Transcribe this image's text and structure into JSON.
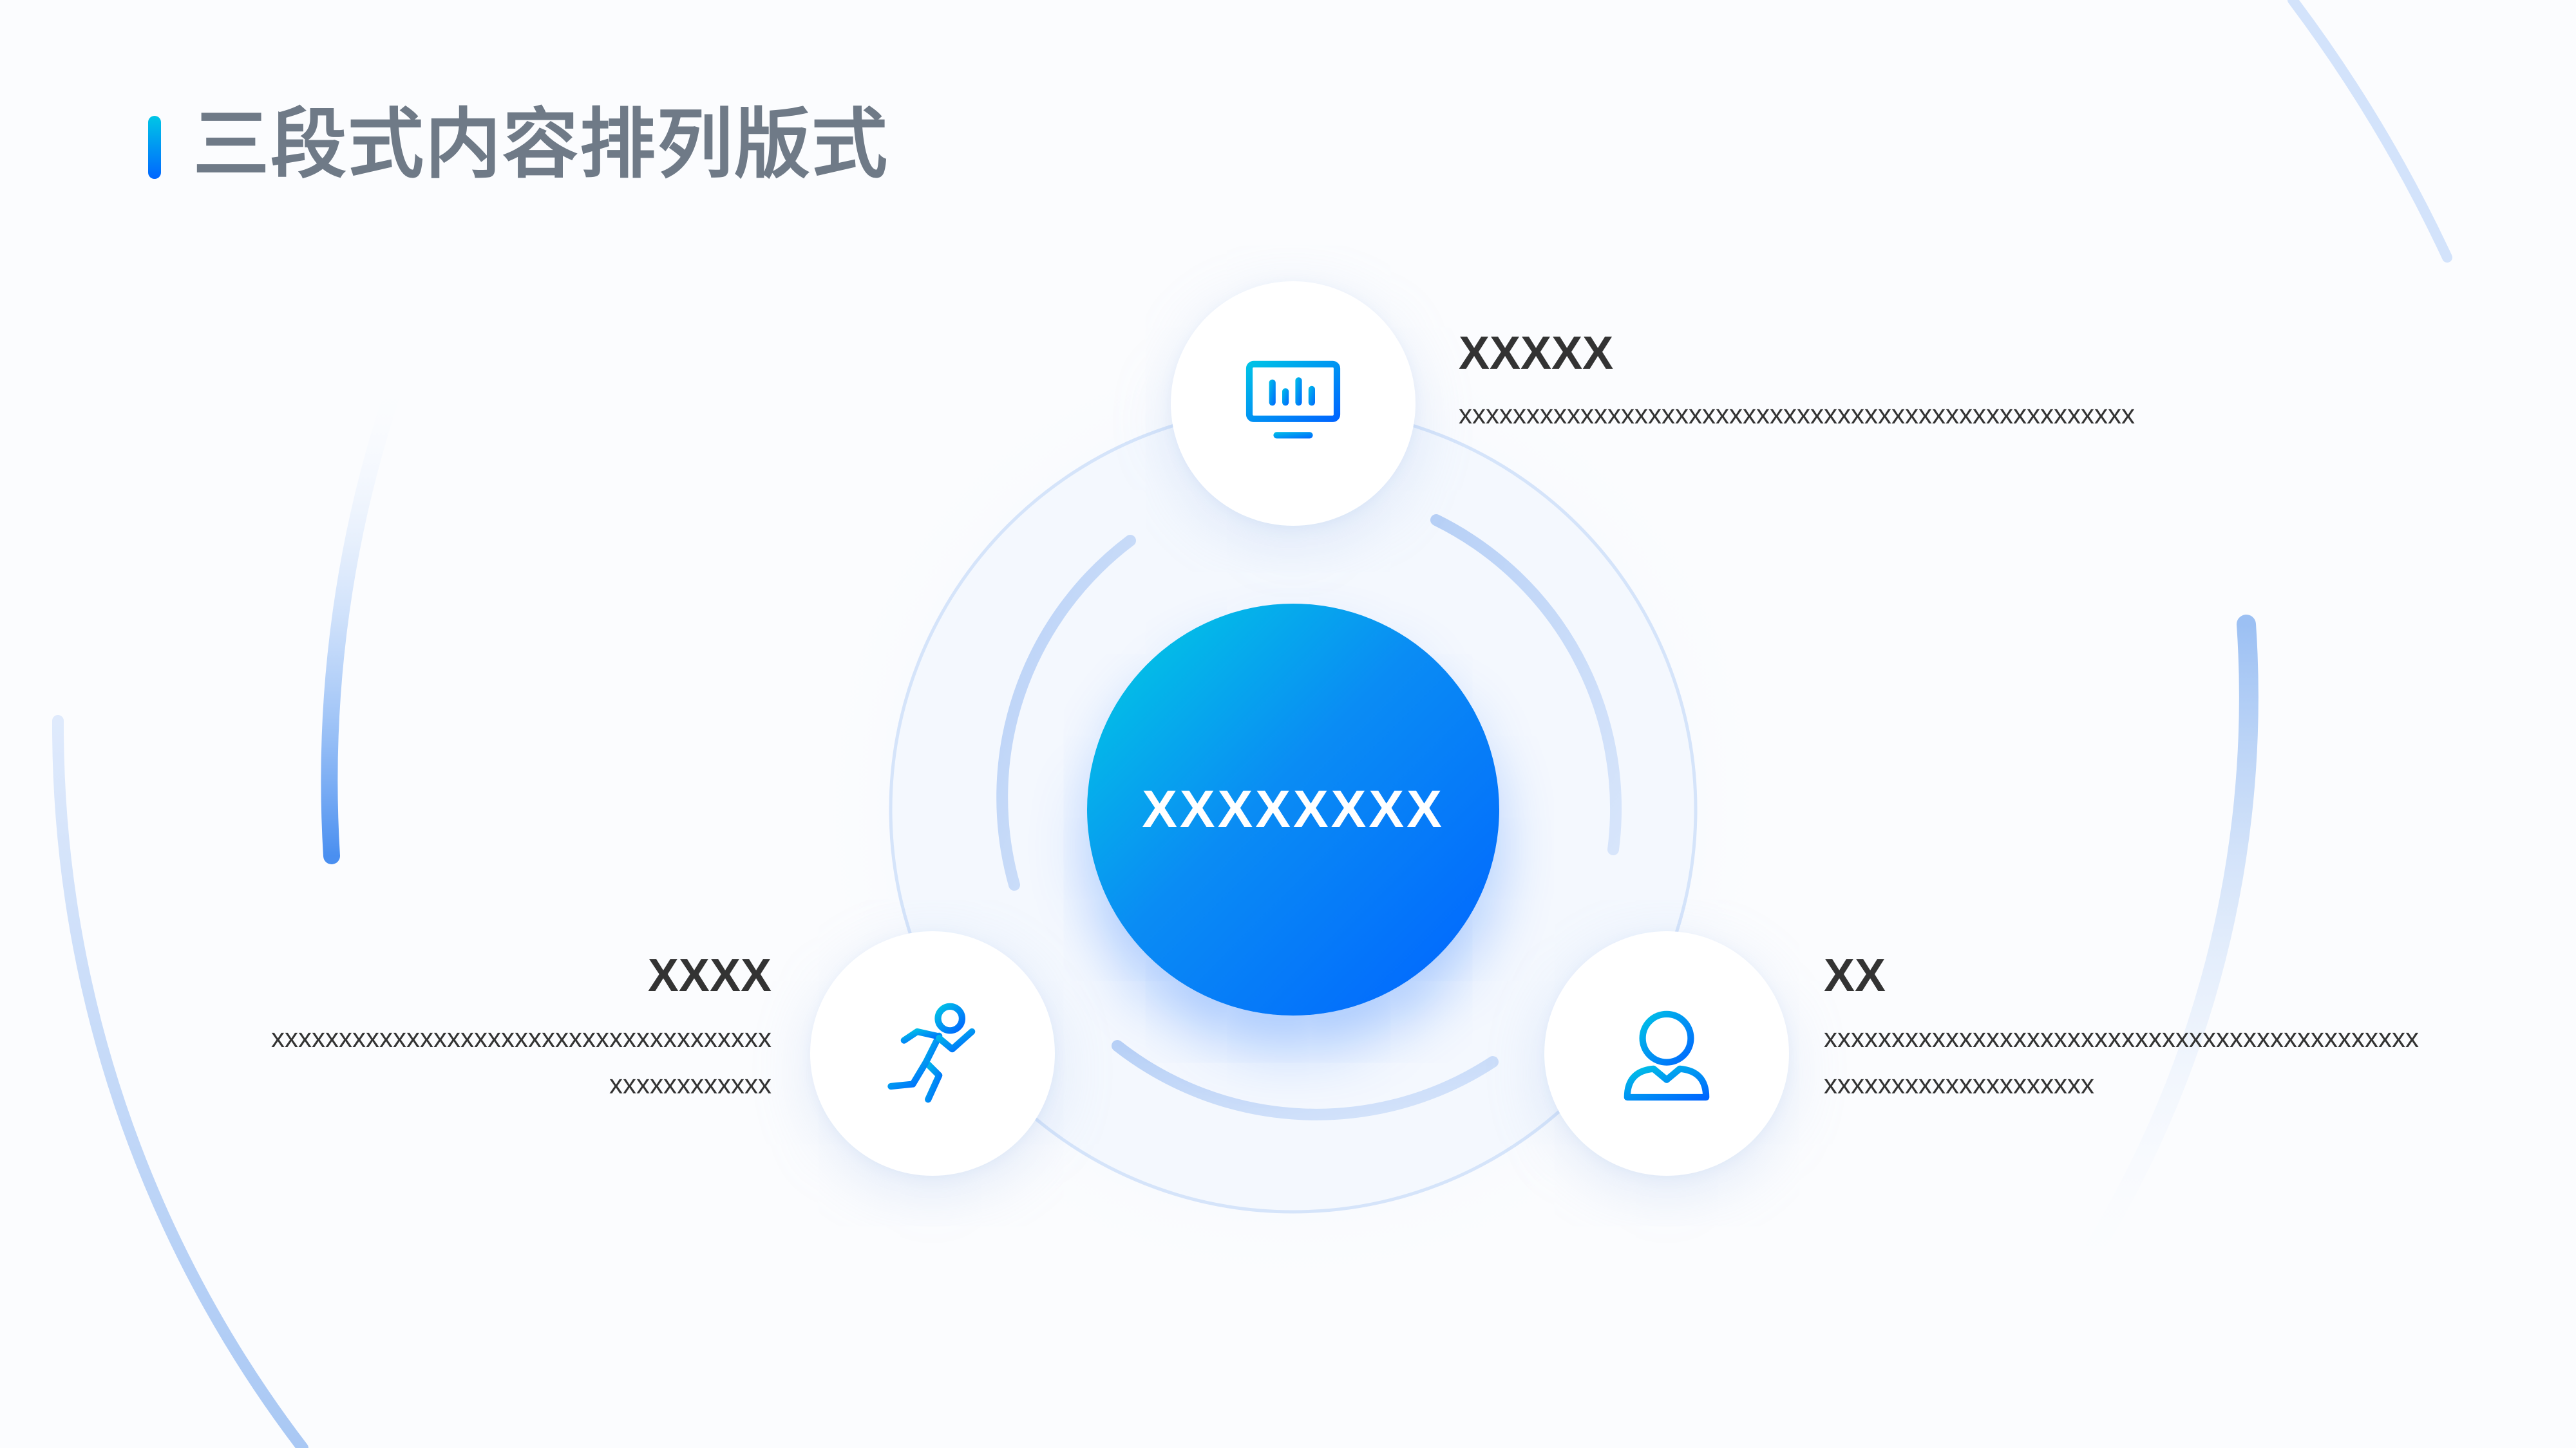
{
  "page": {
    "title": "三段式内容排列版式",
    "colors": {
      "accent_start": "#00d0e2",
      "accent_end": "#0063ff",
      "title": "#6f7a87",
      "text": "#333333",
      "background": "#fbfcfe"
    }
  },
  "diagram": {
    "center": {
      "label": "XXXXXXXX"
    },
    "items": [
      {
        "icon": "monitor-chart-icon",
        "heading": "XXXXX",
        "lines": [
          "xxxxxxxxxxxxxxxxxxxxxxxxxxxxxxxxxxxxxxxxxxxxxxxxxx"
        ]
      },
      {
        "icon": "running-person-icon",
        "heading": "XXXX",
        "lines": [
          "xxxxxxxxxxxxxxxxxxxxxxxxxxxxxxxxxxxxx",
          "xxxxxxxxxxxx"
        ]
      },
      {
        "icon": "user-icon",
        "heading": "XX",
        "lines": [
          "xxxxxxxxxxxxxxxxxxxxxxxxxxxxxxxxxxxxxxxxxxxx",
          "xxxxxxxxxxxxxxxxxxxx"
        ]
      }
    ]
  }
}
